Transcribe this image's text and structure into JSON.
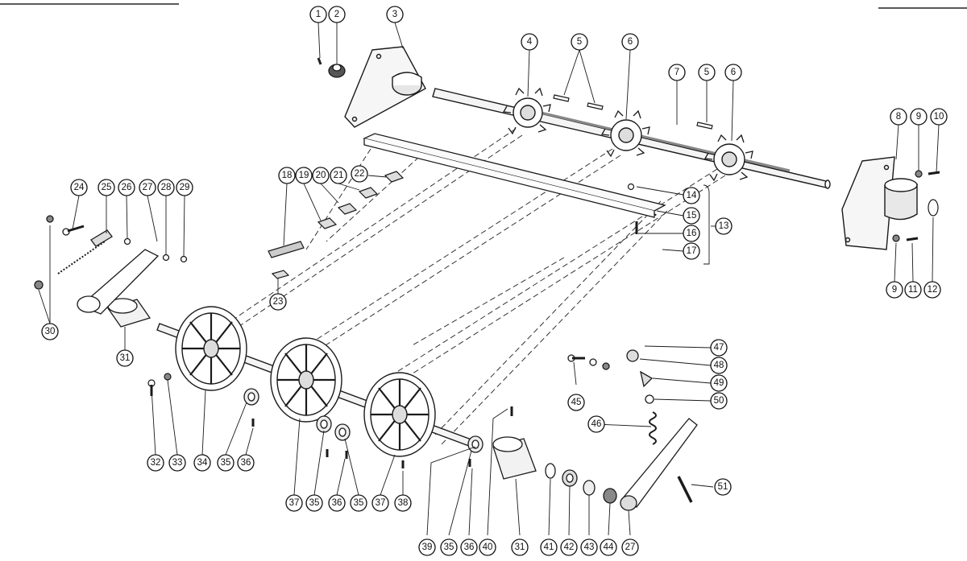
{
  "diagram": {
    "colors": {
      "ink": "#1a1a1a",
      "background": "#ffffff"
    },
    "callouts": [
      "1",
      "2",
      "3",
      "4",
      "5",
      "6",
      "7",
      "5",
      "6",
      "8",
      "9",
      "10",
      "24",
      "25",
      "26",
      "27",
      "28",
      "29",
      "18",
      "19",
      "20",
      "21",
      "22",
      "14",
      "15",
      "13",
      "16",
      "17",
      "9",
      "11",
      "12",
      "30",
      "23",
      "31",
      "47",
      "48",
      "49",
      "50",
      "45",
      "46",
      "32",
      "33",
      "34",
      "35",
      "36",
      "37",
      "35",
      "36",
      "35",
      "37",
      "38",
      "51",
      "39",
      "35",
      "36",
      "40",
      "31",
      "41",
      "42",
      "43",
      "44",
      "27"
    ]
  }
}
